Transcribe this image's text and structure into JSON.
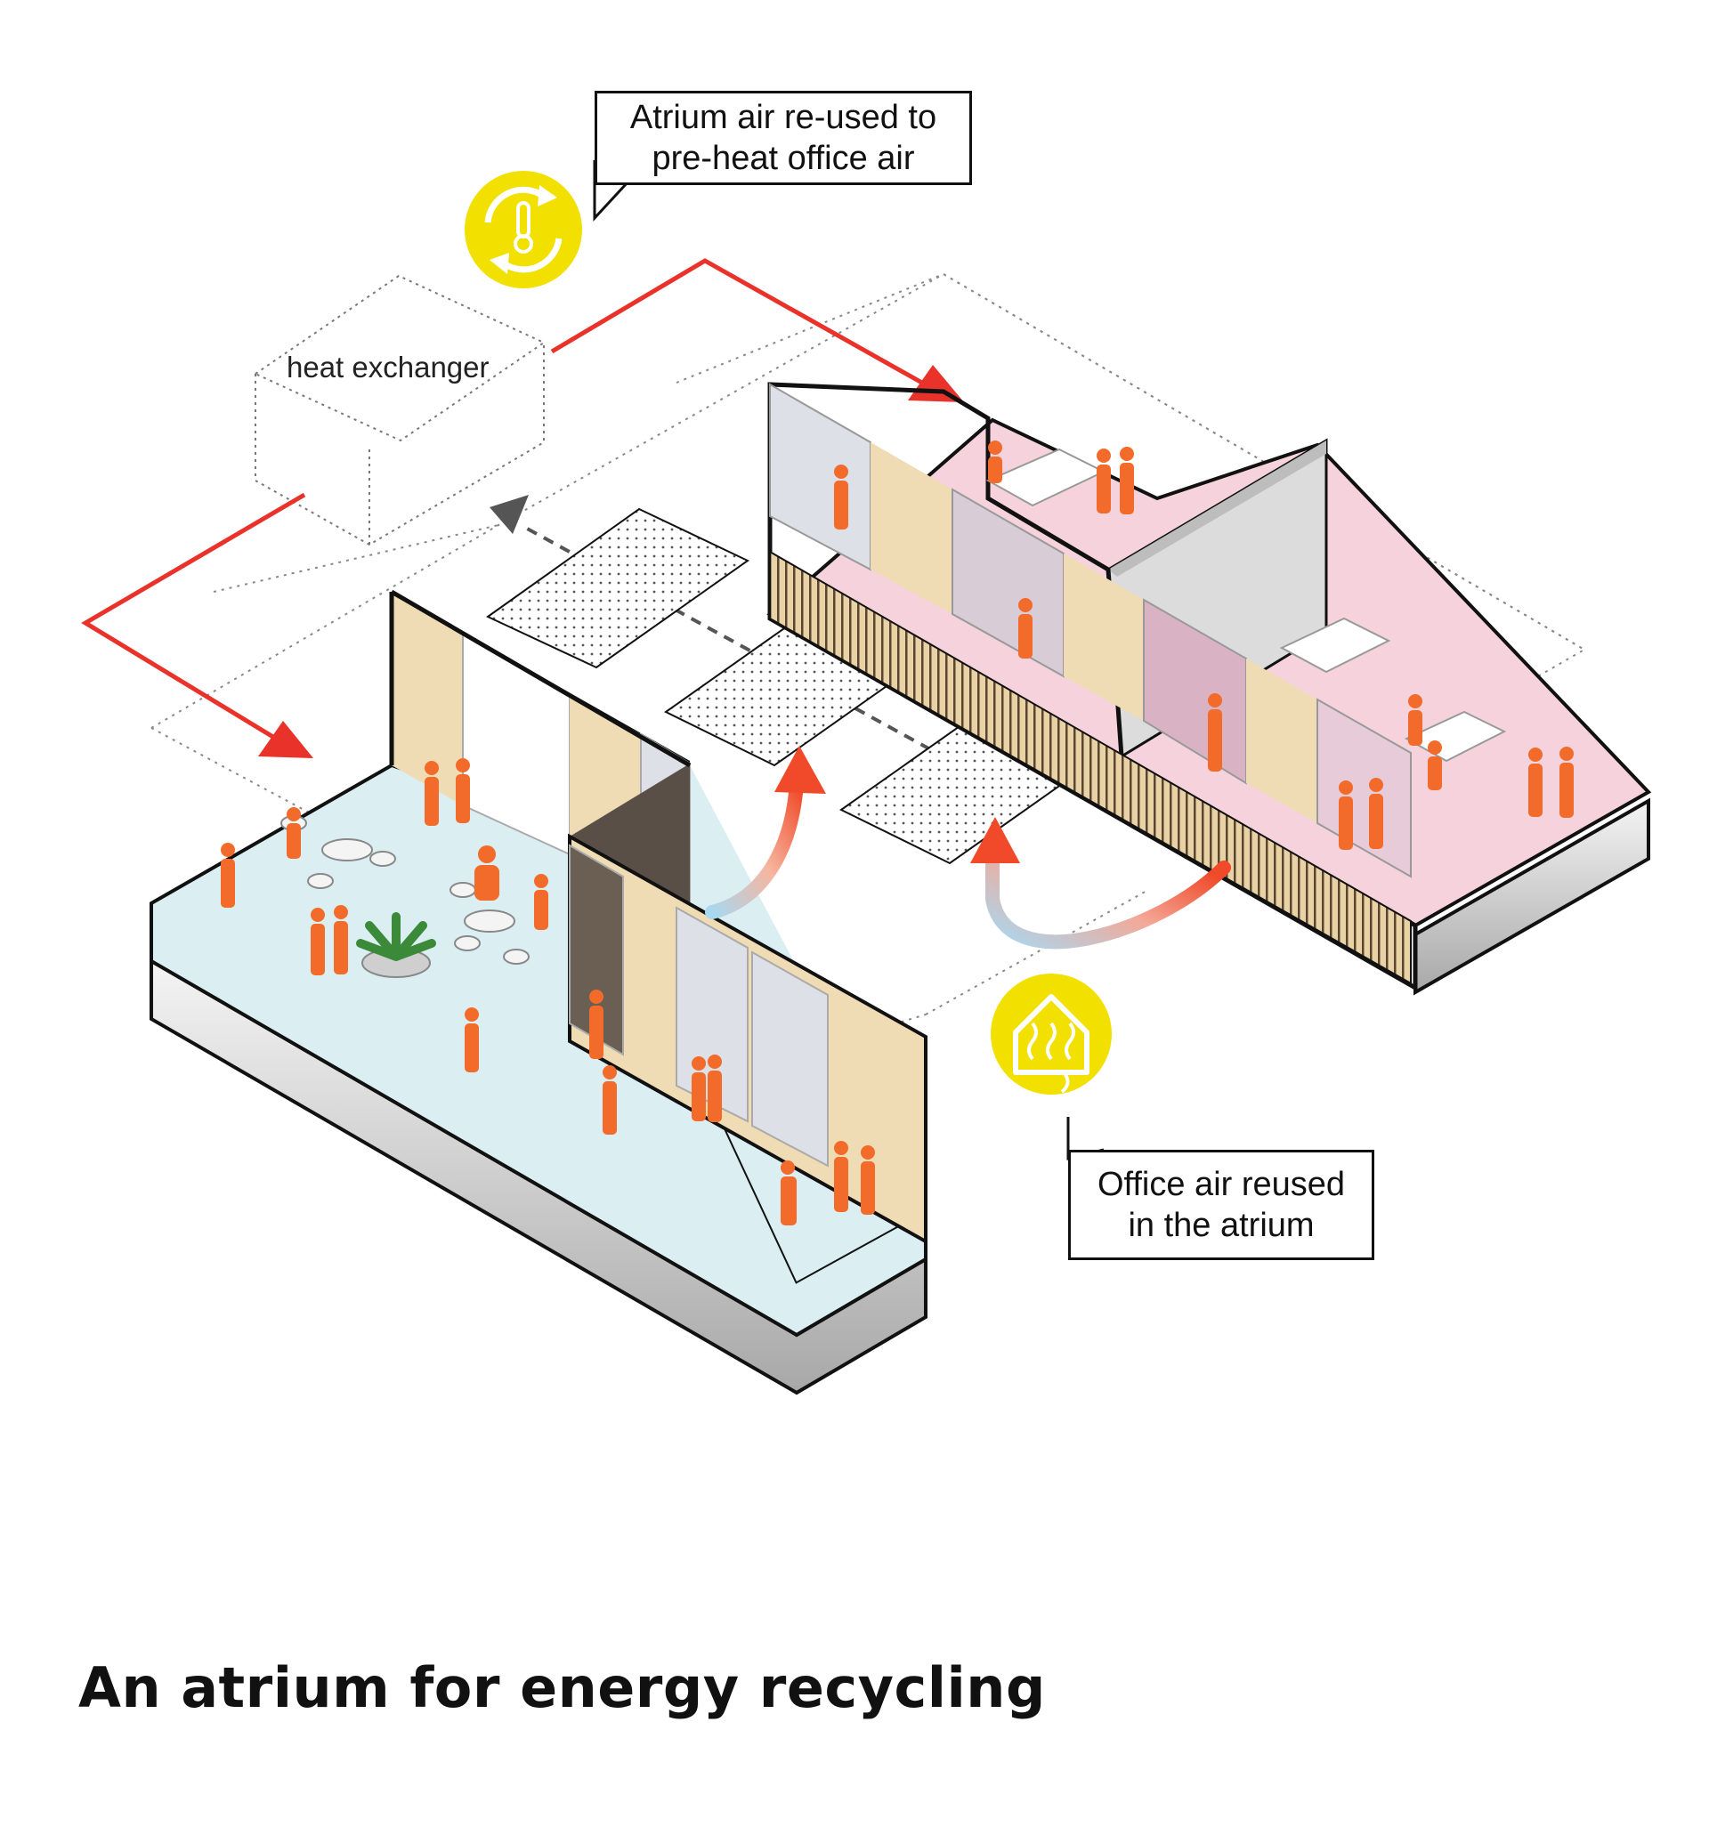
{
  "figure": {
    "title": "An atrium for energy recycling"
  },
  "heat_exchanger": {
    "label": "heat exchanger"
  },
  "callouts": {
    "top": {
      "line1": "Atrium air re-used to",
      "line2": "pre-heat office air"
    },
    "bottom": {
      "line1": "Office air reused",
      "line2": "in the atrium"
    }
  },
  "icons": {
    "top_badge": "recycle-thermometer-icon",
    "bottom_badge": "house-airflow-icon"
  },
  "colors": {
    "accent_yellow": "#f2e000",
    "arrow_red": "#e8322a",
    "warm_air": "#f04a2a",
    "cool_air": "#a8d8f0",
    "people_orange": "#f26b2a",
    "office_floor": "#f6d3dc",
    "atrium_floor": "#dbeef2",
    "wall_beige": "#efdcb4",
    "outline": "#111111"
  }
}
